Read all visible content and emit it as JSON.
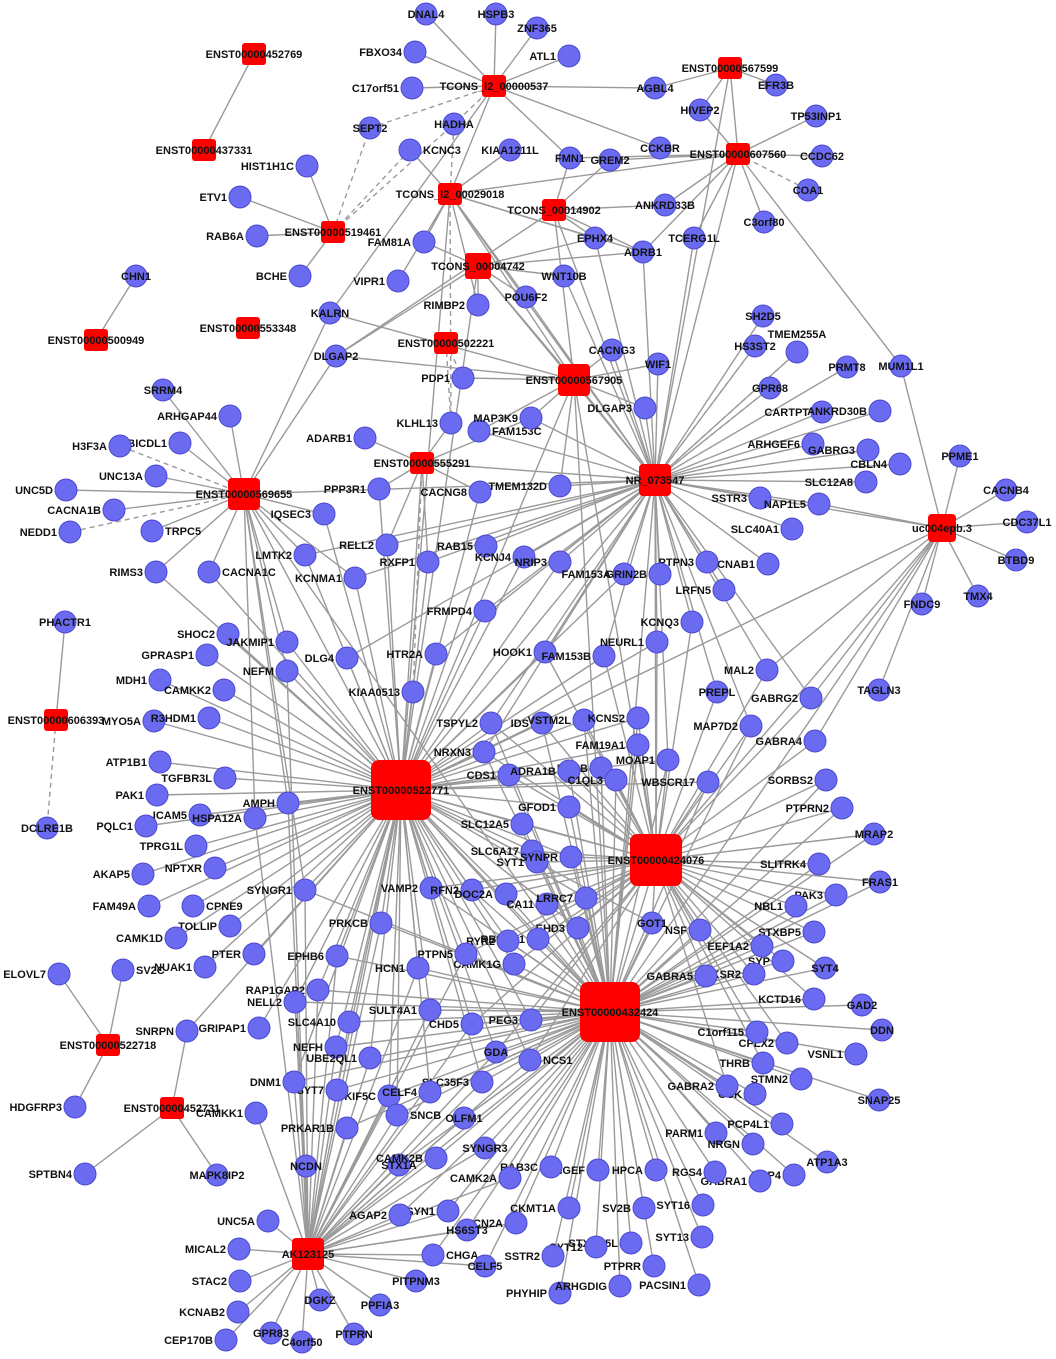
{
  "colors": {
    "hub": "#ff0000",
    "gene": "#6b6bf2",
    "gene_stroke": "#4a4ad0",
    "edge": "#9a9a9a"
  },
  "hubs": [
    "ENST00000452769",
    "ENST00000437331",
    "TCONS_l2_00000537",
    "ENST00000567599",
    "ENST00000607560",
    "TCONS_l2_00029018",
    "TCONS_00014902",
    "ENST00000519461",
    "TCONS_00004742",
    "CHN1",
    "ENST00000500949",
    "ENST00000553348",
    "ENST00000502221",
    "ENST00000567905",
    "ENST00000569655",
    "ENST00000555291",
    "NR_073547",
    "uc004epb.3",
    "ENST00000606393",
    "ENST00000522771",
    "ENST00000424076",
    "ENST00000432424",
    "ENST00000522718",
    "ENST00000452731",
    "AK123125"
  ],
  "genes": [
    "DNAL4",
    "HSPB3",
    "ZNF365",
    "FBXO34",
    "C17orf51",
    "ATL1",
    "AGBL4",
    "EFR3B",
    "HADHA",
    "SEPT2",
    "KCNC3",
    "KIAA1211L",
    "HIVEP2",
    "TP53INP1",
    "CCDC62",
    "COA1",
    "HIST1H1C",
    "ETV1",
    "RAB6A",
    "BCHE",
    "FMN1",
    "GREM2",
    "CCKBR",
    "ANKRD33B",
    "C3orf80",
    "FAM81A",
    "VIPR1",
    "EPHX4",
    "TCERG1L",
    "ADRB1",
    "WNT10B",
    "POU6F2",
    "RIMBP2",
    "KALRN",
    "DLGAP2",
    "SH2D5",
    "TMEM255A",
    "HS3ST2",
    "CACNG3",
    "WIF1",
    "PDP1",
    "DLGAP3",
    "GPR68",
    "PRMT8",
    "MUM1L1",
    "SRRM4",
    "ARHGAP44",
    "BICDL1",
    "H3F3A",
    "UNC13A",
    "UNC5D",
    "CACNA1B",
    "NEDD1",
    "TRPC5",
    "RIMS3",
    "CACNA1C",
    "ADARB1",
    "KLHL13",
    "FAM153C",
    "MAP3K9",
    "PPP3R1",
    "CACNG8",
    "TMEM132D",
    "CARTPT",
    "ANKRD30B",
    "ARHGEF6",
    "GABRG3",
    "SLC12A8",
    "CBLN4",
    "SSTR3",
    "NAP1L5",
    "SLC40A1",
    "KCNAB1",
    "PTPN3",
    "PPME1",
    "CACNB4",
    "CDC37L1",
    "BTBD9",
    "TMX4",
    "FNDC9",
    "IQSEC3",
    "LMTK2",
    "RELL2",
    "KCNMA1",
    "RXFP1",
    "RAB15",
    "KCNJ4",
    "NRIP3",
    "FAM153A",
    "GRIN2B",
    "LRFN5",
    "PHACTR1",
    "SHOC2",
    "GPRASP1",
    "JAKMIP1",
    "NEFM",
    "DLG4",
    "HTR2A",
    "KIAA0513",
    "FRMPD4",
    "HOOK1",
    "FAM153B",
    "NEURL1",
    "KCNQ3",
    "MAL2",
    "GABRG2",
    "TAGLN3",
    "PREPL",
    "MDH1",
    "CAMKK2",
    "MYO5A",
    "R3HDM1",
    "ATP1B1",
    "TGFBR3L",
    "PAK1",
    "ICAM5",
    "HSPA12A",
    "AMPH",
    "PQLC1",
    "TPRG1L",
    "AKAP5",
    "NPTXR",
    "FAM49A",
    "CPNE9",
    "TOLLIP",
    "CAMK1D",
    "NUAK1",
    "PTER",
    "SYNGR1",
    "DCLRE1B",
    "TSPYL2",
    "NRXN3",
    "IDS",
    "VSTM2L",
    "KCNS2",
    "FAM19A1",
    "MOAP1",
    "NAPB",
    "MAP7D2",
    "WBSCR17",
    "GABRA4",
    "SORBS2",
    "PTPRN2",
    "MRAP2",
    "SLITRK4",
    "FRAS1",
    "PAK3",
    "NBL1",
    "STXBP5",
    "CDS1",
    "ADRA1B",
    "C1QL3",
    "GFOD1",
    "SLC12A5",
    "SLC6A17",
    "SYT1",
    "SYNPR",
    "VAMP2",
    "RFN2",
    "DOC2A",
    "CA11",
    "LRRC7",
    "PRKCB",
    "EHD3",
    "RBFOX1",
    "RYR2",
    "GOT1",
    "NSF",
    "EEF1A2",
    "SYP",
    "SYT4",
    "GAD2",
    "KCTD16",
    "DDN",
    "VSNL1",
    "SNAP25",
    "STMN2",
    "CPLX2",
    "C1orf115",
    "CNKSR2",
    "GABRA5",
    "THRB",
    "CCK",
    "GABRA2",
    "PCP4L1",
    "PARM1",
    "NRGN",
    "ATP1A3",
    "RBP4",
    "GABRA1",
    "RGS4",
    "SYT16",
    "SYT13",
    "HPCA",
    "SV2B",
    "STXBP5L",
    "PTPRR",
    "PACSIN1",
    "NGEF",
    "CKMT1A",
    "RAB3C",
    "CAMK2A",
    "SYT12",
    "SSTR2",
    "SCN2A",
    "PHYHIP",
    "ARHGDIG",
    "EPHB6",
    "CAMK1G",
    "PTPN5",
    "HCN1",
    "RAP1GAP2",
    "NELL2",
    "GRIPAP1",
    "SLC4A10",
    "NEFH",
    "UBE2QL1",
    "SULT4A1",
    "CHD5",
    "PEG3",
    "NCS1",
    "GDA",
    "SLC35F3",
    "KIF5C",
    "CELF4",
    "SNCB",
    "PRKAR1B",
    "SYT7",
    "DNM1",
    "CAMKK1",
    "NCDN",
    "STX1A",
    "CAMK2B",
    "OLFM1",
    "SYNGR3",
    "ELOVL7",
    "SV2C",
    "HDGFRP3",
    "SNRPN",
    "SPTBN4",
    "MAPK8IP2",
    "UNC5A",
    "MICAL2",
    "STAC2",
    "KCNAB2",
    "CEP170B",
    "GPR83",
    "C4orf50",
    "DGKZ",
    "PTPRN",
    "PPFIA3",
    "PITPNM3",
    "CHGA",
    "CELF5",
    "HS6ST3",
    "SYN1",
    "AGAP2"
  ]
}
